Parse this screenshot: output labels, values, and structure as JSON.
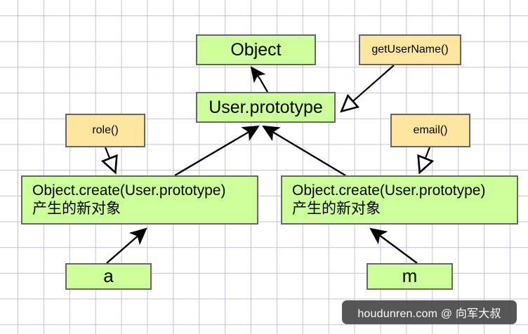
{
  "diagram": {
    "title": "JavaScript prototype chain diagram",
    "background_color": "#ffffff",
    "grid_color": "#c3c1da",
    "node_green_fill": "#ccff99",
    "node_yellow_fill": "#ffe6a0",
    "node_stroke": "#666666",
    "edge_color": "#000000",
    "nodes": {
      "object": {
        "label": "Object",
        "shape": "rect",
        "fill": "#ccff99"
      },
      "user_prototype": {
        "label": "User.prototype",
        "shape": "rect",
        "fill": "#ccff99"
      },
      "get_user_name": {
        "label": "getUserName()",
        "shape": "rect",
        "fill": "#ffe6a0"
      },
      "role": {
        "label": "role()",
        "shape": "rect",
        "fill": "#ffe6a0"
      },
      "email": {
        "label": "email()",
        "shape": "rect",
        "fill": "#ffe6a0"
      },
      "object_create_left": {
        "label": "Object.create(User.prototype)\n产生的新对象",
        "shape": "rect",
        "fill": "#ccff99"
      },
      "object_create_right": {
        "label": "Object.create(User.prototype)\n产生的新对象",
        "shape": "rect",
        "fill": "#ccff99"
      },
      "instance_a": {
        "label": "a",
        "shape": "rect",
        "fill": "#ccff99"
      },
      "instance_m": {
        "label": "m",
        "shape": "rect",
        "fill": "#ccff99"
      }
    },
    "edges": [
      {
        "from": "user_prototype",
        "to": "object",
        "arrowhead": "filled"
      },
      {
        "from": "get_user_name",
        "to": "user_prototype",
        "arrowhead": "hollow"
      },
      {
        "from": "role",
        "to": "object_create_left",
        "arrowhead": "hollow"
      },
      {
        "from": "email",
        "to": "object_create_right",
        "arrowhead": "hollow"
      },
      {
        "from": "object_create_left",
        "to": "user_prototype",
        "arrowhead": "filled"
      },
      {
        "from": "object_create_right",
        "to": "user_prototype",
        "arrowhead": "filled"
      },
      {
        "from": "instance_a",
        "to": "object_create_left",
        "arrowhead": "filled"
      },
      {
        "from": "instance_m",
        "to": "object_create_right",
        "arrowhead": "filled"
      }
    ]
  },
  "watermark": {
    "text": "houdunren.com @ 向军大叔",
    "background_color": "#484848",
    "text_color": "#ffffff"
  }
}
